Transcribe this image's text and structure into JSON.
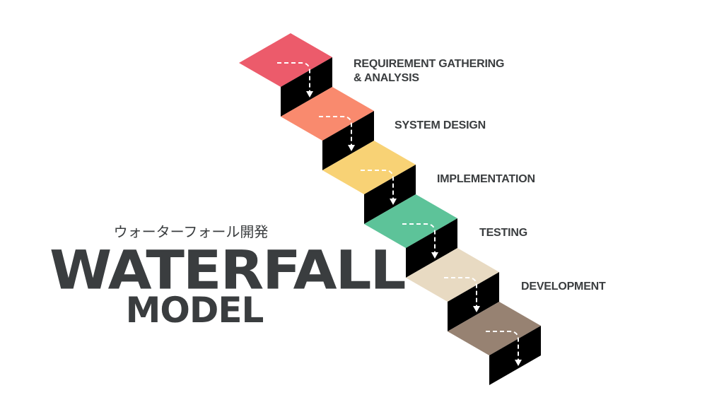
{
  "title": {
    "subtitle_jp": "ウォーターフォール開発",
    "main": "WATERFALL",
    "second": "MODEL"
  },
  "steps": [
    {
      "label_lines": [
        "REQUIREMENT GATHERING",
        "& ANALYSIS"
      ],
      "color": "#EC5B6B"
    },
    {
      "label_lines": [
        "SYSTEM DESIGN"
      ],
      "color": "#F98A6E"
    },
    {
      "label_lines": [
        "IMPLEMENTATION"
      ],
      "color": "#F8D275"
    },
    {
      "label_lines": [
        "TESTING"
      ],
      "color": "#5DC399"
    },
    {
      "label_lines": [
        "DEVELOPMENT"
      ],
      "color": "#E8DAC2"
    },
    {
      "label_lines": [],
      "color": "#978272"
    }
  ]
}
